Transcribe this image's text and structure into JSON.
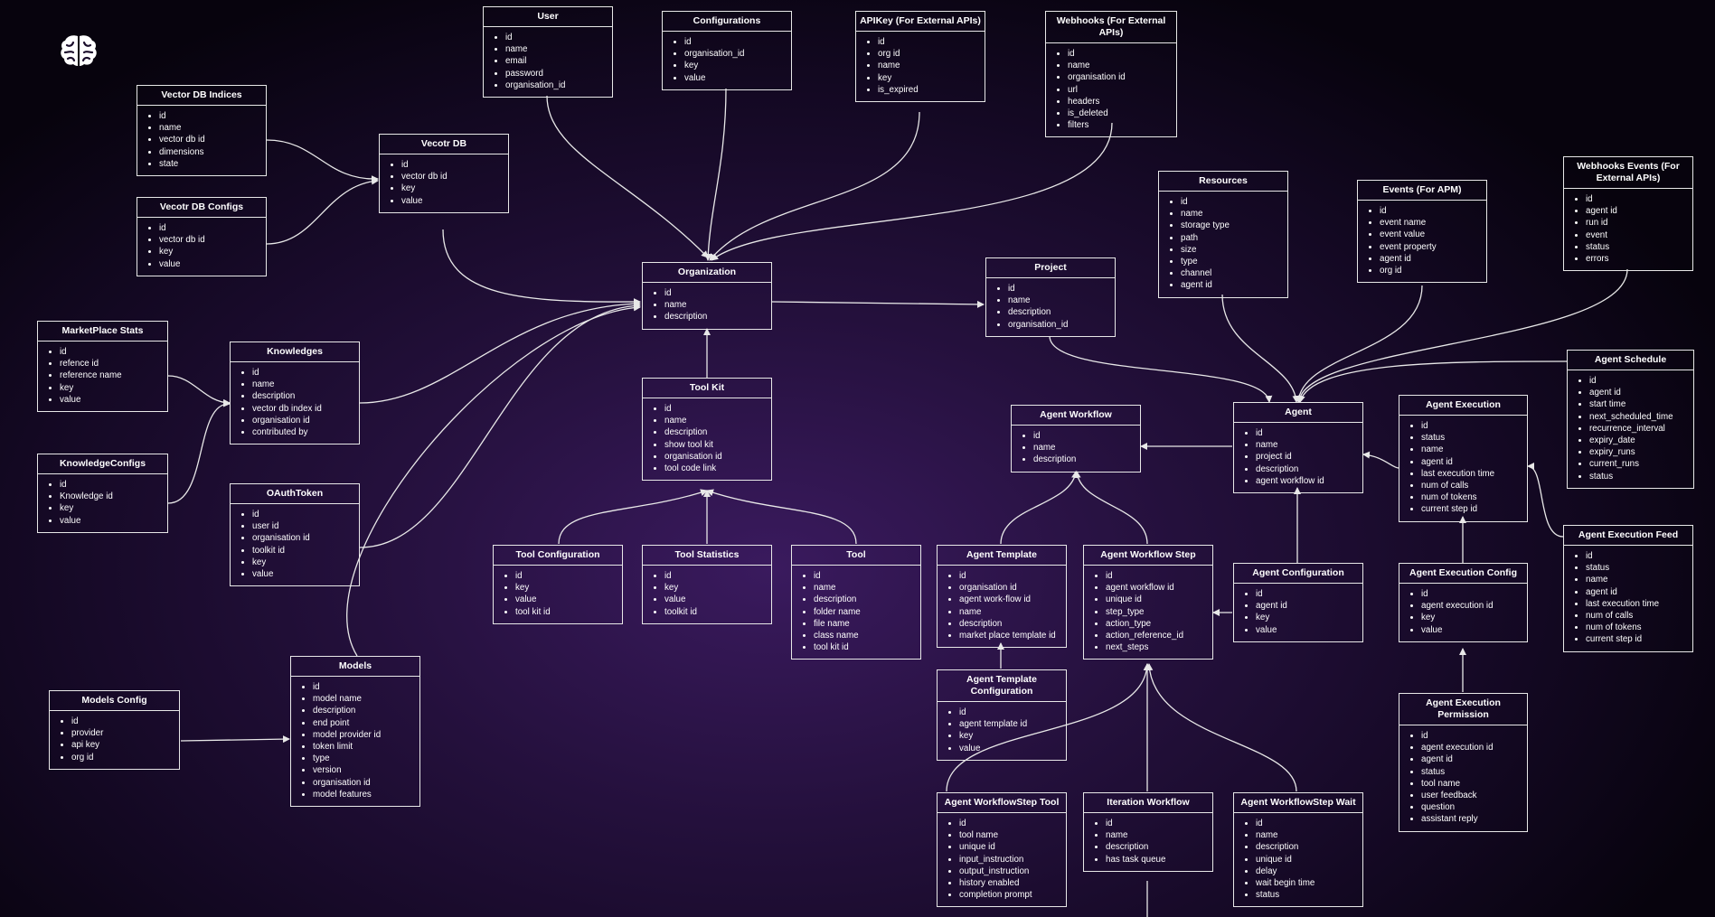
{
  "colors": {
    "background": "#1e0f33",
    "line": "#e8e8e8",
    "text": "#ffffff"
  },
  "logo": {
    "icon": "brain-icon"
  },
  "entities": [
    {
      "id": "user",
      "title": "User",
      "fields": [
        "id",
        "name",
        "email",
        "password",
        "organisation_id"
      ]
    },
    {
      "id": "configurations",
      "title": "Configurations",
      "fields": [
        "id",
        "organisation_id",
        "key",
        "value"
      ]
    },
    {
      "id": "apikey",
      "title": "APIKey (For External APIs)",
      "fields": [
        "id",
        "org id",
        "name",
        "key",
        "is_expired"
      ]
    },
    {
      "id": "webhooks",
      "title": "Webhooks (For External APIs)",
      "fields": [
        "id",
        "name",
        "organisation id",
        "url",
        "headers",
        "is_deleted",
        "filters"
      ]
    },
    {
      "id": "vector_db_indices",
      "title": "Vector DB Indices",
      "fields": [
        "id",
        "name",
        "vector db id",
        "dimensions",
        "state"
      ]
    },
    {
      "id": "vecotr_db",
      "title": "Vecotr DB",
      "fields": [
        "id",
        "vector db id",
        "key",
        "value"
      ]
    },
    {
      "id": "vecotr_db_configs",
      "title": "Vecotr DB Configs",
      "fields": [
        "id",
        "vector db id",
        "key",
        "value"
      ]
    },
    {
      "id": "organization",
      "title": "Organization",
      "fields": [
        "id",
        "name",
        "description"
      ]
    },
    {
      "id": "project",
      "title": "Project",
      "fields": [
        "id",
        "name",
        "description",
        "organisation_id"
      ]
    },
    {
      "id": "resources",
      "title": "Resources",
      "fields": [
        "id",
        "name",
        "storage type",
        "path",
        "size",
        "type",
        "channel",
        "agent id"
      ]
    },
    {
      "id": "events",
      "title": "Events (For APM)",
      "fields": [
        "id",
        "event name",
        "event value",
        "event property",
        "agent id",
        "org id"
      ]
    },
    {
      "id": "webhook_events",
      "title": "Webhooks Events (For External APIs)",
      "fields": [
        "id",
        "agent id",
        "run id",
        "event",
        "status",
        "errors"
      ]
    },
    {
      "id": "marketplace_stats",
      "title": "MarketPlace Stats",
      "fields": [
        "id",
        "refence id",
        "reference name",
        "key",
        "value"
      ]
    },
    {
      "id": "knowledges",
      "title": "Knowledges",
      "fields": [
        "id",
        "name",
        "description",
        "vector db index id",
        "organisation id",
        "contributed by"
      ]
    },
    {
      "id": "knowledge_configs",
      "title": "KnowledgeConfigs",
      "fields": [
        "id",
        "Knowledge id",
        "key",
        "value"
      ]
    },
    {
      "id": "oauth_token",
      "title": "OAuthToken",
      "fields": [
        "id",
        "user id",
        "organisation id",
        "toolkit id",
        "key",
        "value"
      ]
    },
    {
      "id": "tool_kit",
      "title": "Tool Kit",
      "fields": [
        "id",
        "name",
        "description",
        "show tool kit",
        "organisation id",
        "tool code link"
      ]
    },
    {
      "id": "agent_workflow",
      "title": "Agent Workflow",
      "fields": [
        "id",
        "name",
        "description"
      ]
    },
    {
      "id": "agent",
      "title": "Agent",
      "fields": [
        "id",
        "name",
        "project id",
        "description",
        "agent workflow id"
      ]
    },
    {
      "id": "agent_execution",
      "title": "Agent Execution",
      "fields": [
        "id",
        "status",
        "name",
        "agent id",
        "last execution time",
        "num of calls",
        "num of tokens",
        "current step id"
      ]
    },
    {
      "id": "agent_schedule",
      "title": "Agent Schedule",
      "fields": [
        "id",
        "agent id",
        "start time",
        "next_scheduled_time",
        "recurrence_interval",
        "expiry_date",
        "expiry_runs",
        "current_runs",
        "status"
      ]
    },
    {
      "id": "tool_configuration",
      "title": "Tool Configuration",
      "fields": [
        "id",
        "key",
        "value",
        "tool kit id"
      ]
    },
    {
      "id": "tool_statistics",
      "title": "Tool Statistics",
      "fields": [
        "id",
        "key",
        "value",
        "toolkit id"
      ]
    },
    {
      "id": "tool",
      "title": "Tool",
      "fields": [
        "id",
        "name",
        "description",
        "folder name",
        "file name",
        "class name",
        "tool kit id"
      ]
    },
    {
      "id": "agent_template",
      "title": "Agent Template",
      "fields": [
        "id",
        "organisation id",
        "agent work-flow id",
        "name",
        "description",
        "market place template id"
      ]
    },
    {
      "id": "agent_workflow_step",
      "title": "Agent Workflow Step",
      "fields": [
        "id",
        "agent workflow id",
        "unique id",
        "step_type",
        "action_type",
        "action_reference_id",
        "next_steps"
      ]
    },
    {
      "id": "agent_configuration",
      "title": "Agent Configuration",
      "fields": [
        "id",
        "agent id",
        "key",
        "value"
      ]
    },
    {
      "id": "agent_execution_config",
      "title": "Agent Execution Config",
      "fields": [
        "id",
        "agent execution id",
        "key",
        "value"
      ]
    },
    {
      "id": "agent_execution_feed",
      "title": "Agent Execution Feed",
      "fields": [
        "id",
        "status",
        "name",
        "agent id",
        "last execution time",
        "num of calls",
        "num of tokens",
        "current step id"
      ]
    },
    {
      "id": "models_config",
      "title": "Models Config",
      "fields": [
        "id",
        "provider",
        "api key",
        "org id"
      ]
    },
    {
      "id": "models",
      "title": "Models",
      "fields": [
        "id",
        "model name",
        "description",
        "end point",
        "model provider id",
        "token limit",
        "type",
        "version",
        "organisation id",
        "model features"
      ]
    },
    {
      "id": "agent_template_configuration",
      "title": "Agent Template Configuration",
      "fields": [
        "id",
        "agent template id",
        "key",
        "value"
      ]
    },
    {
      "id": "agent_execution_permission",
      "title": "Agent Execution Permission",
      "fields": [
        "id",
        "agent execution id",
        "agent id",
        "status",
        "tool name",
        "user feedback",
        "question",
        "assistant reply"
      ]
    },
    {
      "id": "agent_workflowstep_tool",
      "title": "Agent WorkflowStep Tool",
      "fields": [
        "id",
        "tool name",
        "unique id",
        "input_instruction",
        "output_instruction",
        "history enabled",
        "completion prompt"
      ]
    },
    {
      "id": "iteration_workflow",
      "title": "Iteration Workflow",
      "fields": [
        "id",
        "name",
        "description",
        "has task queue"
      ]
    },
    {
      "id": "agent_workflowstep_wait",
      "title": "Agent WorkflowStep Wait",
      "fields": [
        "id",
        "name",
        "description",
        "unique id",
        "delay",
        "wait begin time",
        "status"
      ]
    }
  ]
}
